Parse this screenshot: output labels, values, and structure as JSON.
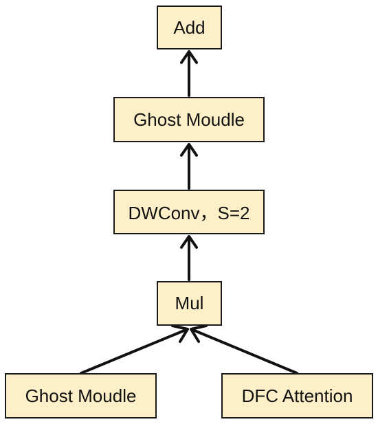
{
  "colors": {
    "node_fill": "#fdf0c8",
    "node_border": "#1a1a1a",
    "arrow": "#111111",
    "background": "#ffffff"
  },
  "nodes": {
    "add": {
      "label": "Add"
    },
    "ghost_top": {
      "label": "Ghost Moudle"
    },
    "dwconv": {
      "label": "DWConv，S=2"
    },
    "mul": {
      "label": "Mul"
    },
    "ghost_bottom": {
      "label": "Ghost Moudle"
    },
    "dfc": {
      "label": "DFC Attention"
    }
  },
  "edges": [
    {
      "from": "ghost_bottom",
      "to": "mul"
    },
    {
      "from": "dfc",
      "to": "mul"
    },
    {
      "from": "mul",
      "to": "dwconv"
    },
    {
      "from": "dwconv",
      "to": "ghost_top"
    },
    {
      "from": "ghost_top",
      "to": "add"
    }
  ]
}
